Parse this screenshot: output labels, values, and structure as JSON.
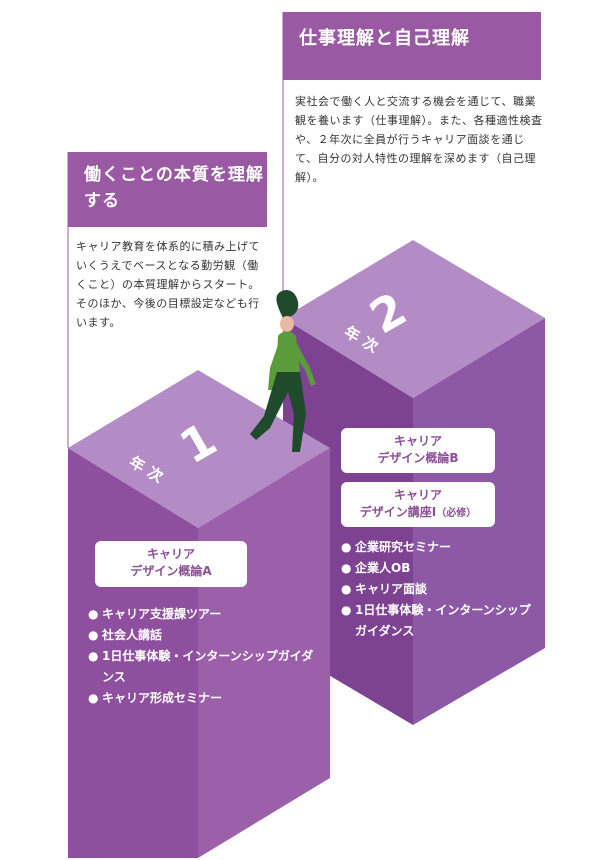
{
  "stage2": {
    "title": "仕事理解と自己理解",
    "description": "実社会で働く人と交流する機会を通じて、職業観を養います（仕事理解）。また、各種適性検査や、２年次に全員が行うキャリア面談を通じて、自分の対人特性の理解を深めます（自己理解）。",
    "year_number": "2",
    "year_label": "年次",
    "course_b": {
      "line1": "キャリア",
      "line2": "デザイン概論B"
    },
    "course_lecture": {
      "line1": "キャリア",
      "line2": "デザイン講座Ⅰ",
      "note": "（必修）"
    },
    "items": [
      "企業研究セミナー",
      "企業人OB",
      "キャリア面談",
      "1日仕事体験・インターンシップガイダンス"
    ]
  },
  "stage1": {
    "title": "働くことの本質を理解する",
    "description": "キャリア教育を体系的に積み上げていくうえでベースとなる勤労観（働くこと）の本質理解からスタート。そのほか、今後の目標設定なども行います。",
    "year_number": "1",
    "year_label": "年次",
    "course_a": {
      "line1": "キャリア",
      "line2": "デザイン概論A"
    },
    "items": [
      "キャリア支援課ツアー",
      "社会人講話",
      "1日仕事体験・インターンシップガイダンス",
      "キャリア形成セミナー"
    ]
  },
  "colors": {
    "header": "#9a5aa3",
    "block_top": "#b48cc5",
    "block_left": "#8e4f9f",
    "block_right": "#6e3c86",
    "figure_shirt": "#5a9b3a",
    "figure_pants": "#1f4a2b"
  },
  "bullet": "●"
}
